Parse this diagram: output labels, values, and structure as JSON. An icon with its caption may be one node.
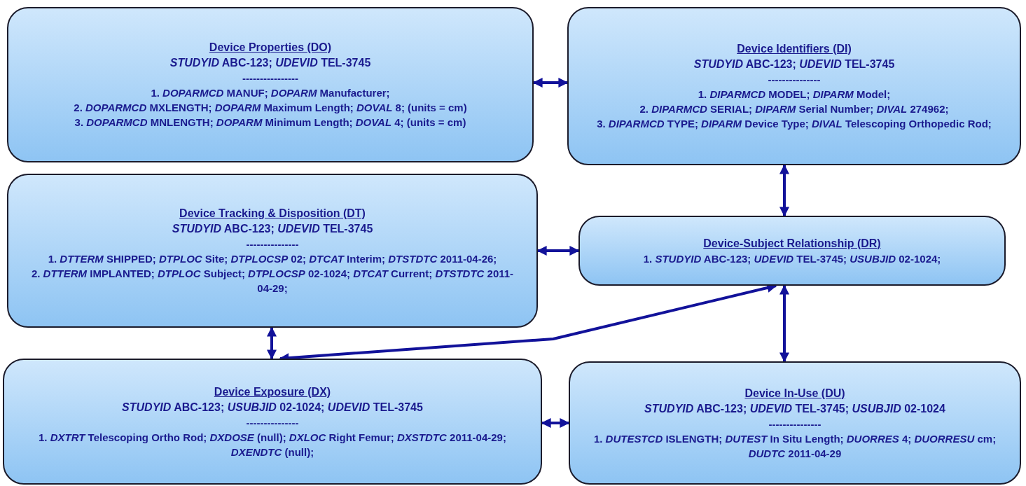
{
  "diagram": {
    "nodes": [
      {
        "text": [
          "Device Properties (DO)",
          "*STUDYID* ABC-123; *UDEVID* TEL-3745",
          "----------------",
          "1. *DOPARMCD* MANUF; *DOPARM* Manufacturer;",
          "2. *DOPARMCD* MXLENGTH; *DOPARM* Maximum Length; *DOVAL* 8; (units = cm)",
          "3. *DOPARMCD* MNLENGTH; *DOPARM* Minimum Length; *DOVAL* 4; (units = cm)"
        ]
      },
      {
        "text": [
          "Device Identifiers (DI)",
          "*STUDYID* ABC-123; *UDEVID* TEL-3745",
          "---------------",
          "1. *DIPARMCD* MODEL; *DIPARM* Model;",
          "2. *DIPARMCD* SERIAL; *DIPARM* Serial Number; *DIVAL* 274962;",
          "3. *DIPARMCD* TYPE; *DIPARM* Device Type; *DIVAL* Telescoping Orthopedic Rod;"
        ]
      },
      {
        "text": [
          "Device Tracking & Disposition (DT)",
          "*STUDYID* ABC-123; *UDEVID* TEL-3745",
          "---------------",
          "1. *DTTERM* SHIPPED; *DTPLOC* Site; *DTPLOCSP* 02; *DTCAT* Interim; *DTSTDTC* 2011-04-26;",
          "2. *DTTERM* IMPLANTED; *DTPLOC* Subject; *DTPLOCSP* 02-1024; *DTCAT* Current; *DTSTDTC* 2011-04-29;"
        ]
      },
      {
        "text": [
          "Device-Subject Relationship (DR)",
          "1. *STUDYID* ABC-123; *UDEVID* TEL-3745; *USUBJID* 02-1024;"
        ]
      },
      {
        "text": [
          "Device Exposure (DX)",
          "*STUDYID* ABC-123; *USUBJID* 02-1024; *UDEVID* TEL-3745",
          "---------------",
          "1. *DXTRT* Telescoping Ortho Rod; *DXDOSE* (null); *DXLOC* Right Femur; *DXSTDTC* 2011-04-29; *DXENDTC* (null);"
        ]
      },
      {
        "text": [
          "Device In-Use (DU)",
          "*STUDYID* ABC-123; *UDEVID* TEL-3745; *USUBJID* 02-1024",
          "---------------",
          "1. *DUTESTCD* ISLENGTH; *DUTEST* In Situ Length; *DUORRES* 4; *DUORRESU* cm; *DUDTC* 2011-04-29"
        ]
      }
    ],
    "edges": [
      {
        "from": 0,
        "to": 1,
        "arrow": "both"
      },
      {
        "from": 1,
        "to": 3,
        "arrow": "both"
      },
      {
        "from": 2,
        "to": 3,
        "arrow": "both"
      },
      {
        "from": 3,
        "to": 4,
        "arrow": "both"
      },
      {
        "from": 2,
        "to": 4,
        "arrow": "both"
      },
      {
        "from": 3,
        "to": 5,
        "arrow": "both"
      },
      {
        "from": 4,
        "to": 5,
        "arrow": "both"
      }
    ]
  }
}
